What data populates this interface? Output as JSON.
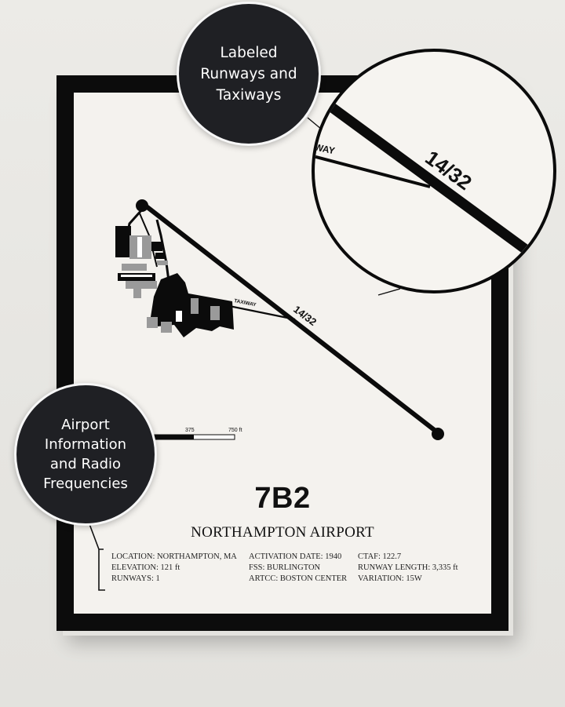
{
  "callouts": {
    "runways": "Labeled\nRunways and\nTaxiways",
    "info": "Airport\nInformation\nand Radio\nFrequencies"
  },
  "map": {
    "runway_label": "14/32",
    "taxiway_label": "TAXIWAY",
    "zoom_runway_label": "14/32",
    "zoom_taxiway_label": "WAY",
    "scale_labels": [
      "375",
      "750 ft"
    ]
  },
  "airport": {
    "code": "7B2",
    "name": "NORTHAMPTON AIRPORT"
  },
  "details": {
    "col1": [
      "LOCATION: NORTHAMPTON, MA",
      "ELEVATION: 121 ft",
      "RUNWAYS: 1"
    ],
    "col2": [
      "ACTIVATION DATE: 1940",
      "FSS: BURLINGTON",
      "ARTCC: BOSTON CENTER"
    ],
    "col3": [
      "CTAF: 122.7",
      "RUNWAY LENGTH: 3,335 ft",
      "VARIATION: 15W"
    ]
  },
  "colors": {
    "frame": "#0c0c0c",
    "mat": "#f4f2ee",
    "bubble": "#1f2024",
    "ink": "#111111",
    "building_gray": "#9a9a9a"
  }
}
